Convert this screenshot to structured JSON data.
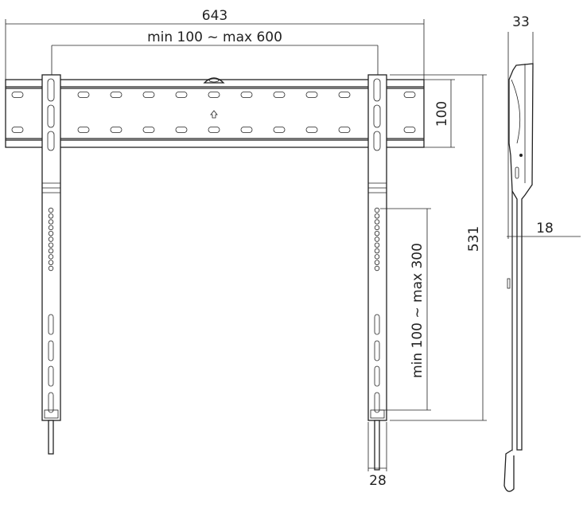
{
  "dimensions": {
    "overall_width": "643",
    "hole_spacing_horizontal": "min 100 ~ max 600",
    "rail_height": "100",
    "arm_length": "531",
    "hole_spacing_vertical": "min 100 ~ max 300",
    "arm_width": "28",
    "max_depth": "33",
    "min_depth": "18"
  }
}
